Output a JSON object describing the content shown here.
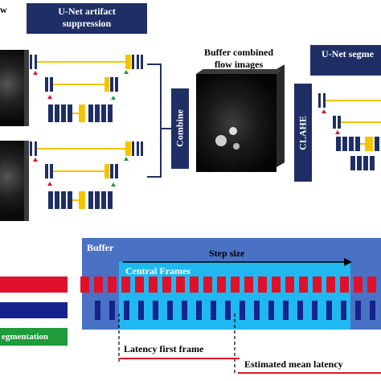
{
  "top": {
    "fragment_topleft": "w",
    "unet_artifact_title": "U-Net artifact\nsuppression",
    "combine_label": "Combine",
    "buffer_combined_title": "Buffer combined\nflow images",
    "clahe_label": "CLAHE",
    "unet_segmentation_title": "U-Net segme"
  },
  "bottom": {
    "buffer_label": "Buffer",
    "step_size_label": "Step size",
    "central_frames_label": "Central Frames",
    "segmentation_label": "egmentation",
    "latency_first_frame": "Latency first frame",
    "estimated_mean_latency": "Estimated mean latency"
  },
  "colors": {
    "navy": "#1f2f66",
    "yellow": "#f5c400",
    "red_frame": "#e0102a",
    "blue_frame": "#15238c",
    "buffer_bg": "#4a72c4",
    "central_bg": "#1fb8f0",
    "green": "#1e9b3a",
    "red_line": "#e0102a"
  }
}
